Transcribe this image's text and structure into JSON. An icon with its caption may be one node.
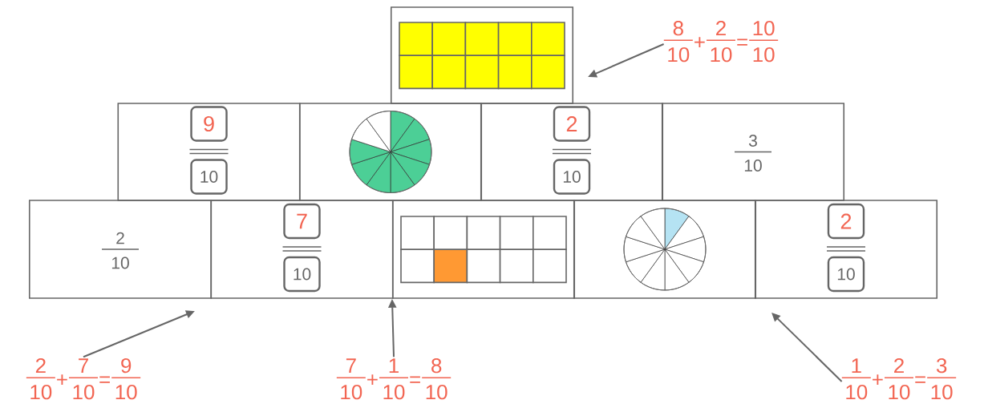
{
  "diagram": {
    "nodes": [
      {
        "text": [],
        "shape": "box"
      },
      {
        "text": [
          "9",
          "10"
        ]
      },
      {
        "text": [],
        "shape": "box"
      },
      {
        "text": [
          "2",
          "10"
        ]
      },
      {
        "text": [
          "3",
          "10"
        ]
      },
      {
        "text": [
          "2",
          "10"
        ]
      },
      {
        "text": [
          "7",
          "10"
        ]
      },
      {
        "text": [],
        "shape": "box"
      },
      {
        "text": [],
        "shape": "box"
      },
      {
        "text": [
          "2",
          "10"
        ]
      },
      {
        "text": [
          "8",
          "10",
          "+",
          "2",
          "10",
          "=",
          "10",
          "10"
        ]
      },
      {
        "text": [
          "2",
          "10",
          "+",
          "7",
          "10",
          "=",
          "9",
          "10"
        ]
      },
      {
        "text": [
          "7",
          "10",
          "+",
          "1",
          "10",
          "=",
          "8",
          "10"
        ]
      },
      {
        "text": [
          "1",
          "10",
          "+",
          "2",
          "10",
          "=",
          "3",
          "10"
        ]
      }
    ],
    "edges": [
      {
        "from": 10,
        "to": null,
        "arrow": "to"
      },
      {
        "from": 11,
        "to": null,
        "arrow": "to"
      },
      {
        "from": 12,
        "to": 7,
        "arrow": "to"
      },
      {
        "from": 13,
        "to": null,
        "arrow": "to"
      }
    ]
  }
}
